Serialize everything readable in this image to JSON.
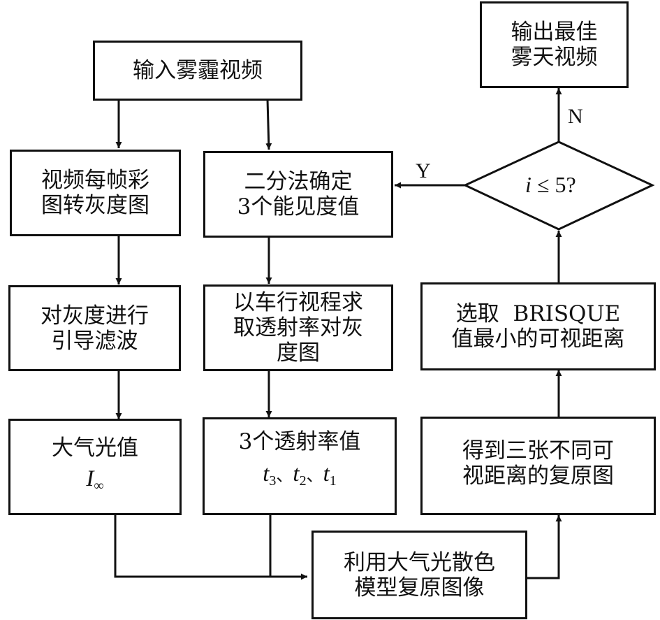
{
  "diagram": {
    "type": "flowchart",
    "nodes": {
      "input": {
        "lines": [
          "输入雾霾视频"
        ]
      },
      "gray": {
        "lines": [
          "视频每帧彩",
          "图转灰度图"
        ]
      },
      "filter": {
        "lines": [
          "对灰度进行",
          "引导滤波"
        ]
      },
      "atmos": {
        "lines": [
          "大气光值"
        ],
        "math": {
          "base": "I",
          "sub": "∞"
        }
      },
      "bisect": {
        "lines": [
          "二分法确定",
          "3个能见度值"
        ]
      },
      "trans": {
        "lines": [
          "以车行视程求",
          "取透射率对灰",
          "度图"
        ]
      },
      "tvals": {
        "lines": [
          "3个透射率值"
        ],
        "math": [
          {
            "base": "t",
            "sub": "3"
          },
          {
            "base": "t",
            "sub": "2"
          },
          {
            "base": "t",
            "sub": "1"
          }
        ],
        "separator": "、"
      },
      "restore": {
        "lines": [
          "利用大气光散色",
          "模型复原图像"
        ]
      },
      "three": {
        "lines": [
          "得到三张不同可",
          "视距离的复原图"
        ]
      },
      "select": {
        "lines": [
          "选取  BRISQUE",
          "值最小的可视距离"
        ]
      },
      "decision": {
        "var": "i",
        "op": "≤",
        "value": "5?"
      },
      "output": {
        "lines": [
          "输出最佳",
          "雾天视频"
        ]
      }
    },
    "edge_labels": {
      "yes": "Y",
      "no": "N"
    }
  }
}
